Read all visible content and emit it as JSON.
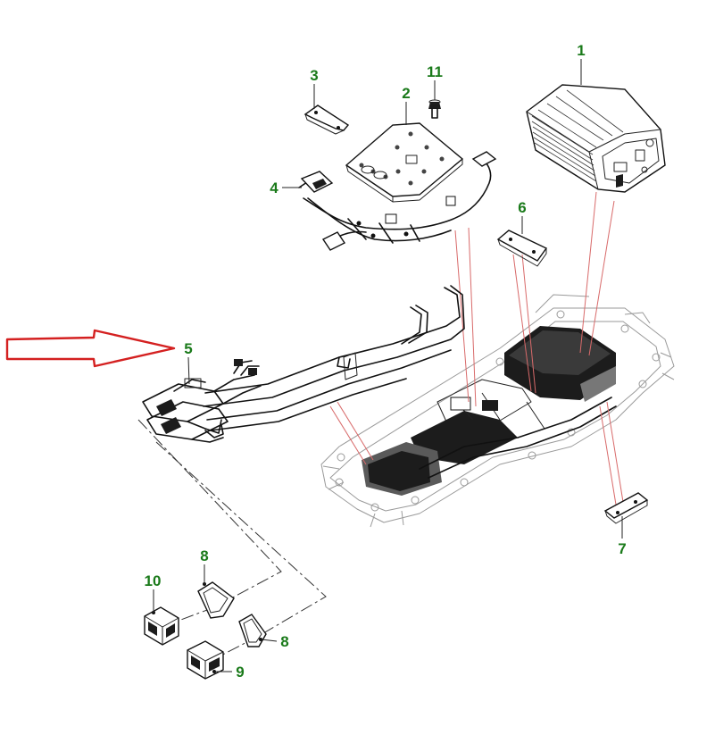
{
  "callouts": [
    {
      "id": "c1",
      "text": "1"
    },
    {
      "id": "c2",
      "text": "2"
    },
    {
      "id": "c3",
      "text": "3"
    },
    {
      "id": "c4",
      "text": "4"
    },
    {
      "id": "c5",
      "text": "5"
    },
    {
      "id": "c6",
      "text": "6"
    },
    {
      "id": "c7",
      "text": "7"
    },
    {
      "id": "c8a",
      "text": "8"
    },
    {
      "id": "c8b",
      "text": "8"
    },
    {
      "id": "c9",
      "text": "9"
    },
    {
      "id": "c10",
      "text": "10"
    },
    {
      "id": "c11",
      "text": "11"
    }
  ],
  "colors": {
    "callout_text": "#1a7a1a",
    "arrow": "#d42020",
    "leader_lines": "#d86a6a",
    "line_art": "#111111"
  },
  "icons": {
    "pointer": "red-outline-arrow-icon"
  }
}
